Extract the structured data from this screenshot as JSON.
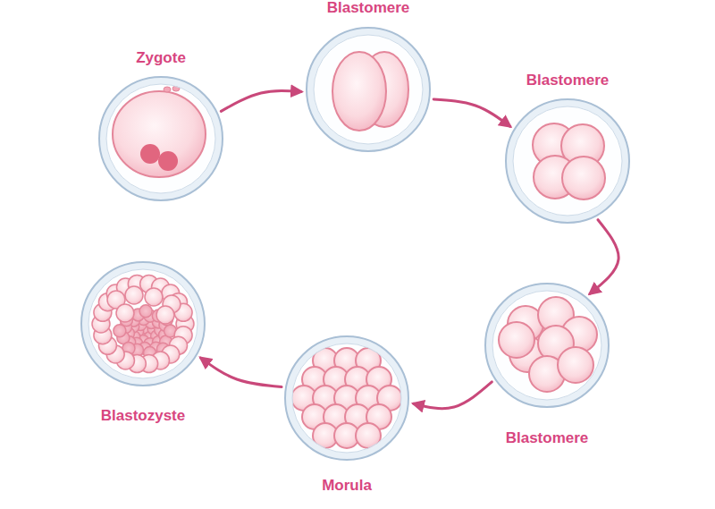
{
  "diagram": {
    "nodes": [
      {
        "text": [
          "Zygote"
        ]
      },
      {
        "text": [
          "Blastomere"
        ]
      },
      {
        "text": [
          "Blastomere"
        ]
      },
      {
        "text": [
          "Blastomere"
        ]
      },
      {
        "text": [
          "Morula"
        ]
      },
      {
        "text": [
          "Blastozyste"
        ]
      }
    ],
    "edges": [
      {
        "from": 0,
        "to": 1,
        "arrow": "to"
      },
      {
        "from": 1,
        "to": 2,
        "arrow": "to"
      },
      {
        "from": 2,
        "to": 3,
        "arrow": "to"
      },
      {
        "from": 3,
        "to": 4,
        "arrow": "to"
      },
      {
        "from": 4,
        "to": 5,
        "arrow": "to"
      }
    ]
  }
}
